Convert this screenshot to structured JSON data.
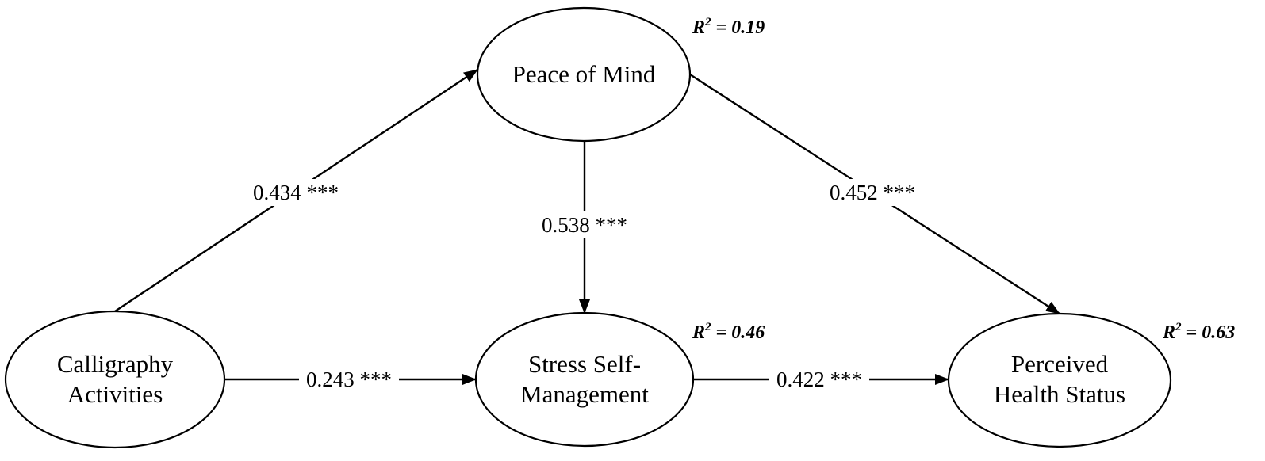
{
  "diagram": {
    "nodes": {
      "calligraphy": {
        "line1": "Calligraphy",
        "line2": "Activities"
      },
      "peace": {
        "line1": "Peace of Mind"
      },
      "stress": {
        "line1": "Stress Self-",
        "line2": "Management"
      },
      "health": {
        "line1": "Perceived",
        "line2": "Health Status"
      }
    },
    "r_squared": {
      "peace": {
        "prefix": "R",
        "sup": "2",
        "value": " = 0.19"
      },
      "stress": {
        "prefix": "R",
        "sup": "2",
        "value": " = 0.46"
      },
      "health": {
        "prefix": "R",
        "sup": "2",
        "value": " = 0.63"
      }
    },
    "paths": [
      {
        "from": "Calligraphy Activities",
        "to": "Peace of Mind",
        "label": "0.434 ***"
      },
      {
        "from": "Peace of Mind",
        "to": "Stress Self-Management",
        "label": "0.538 ***"
      },
      {
        "from": "Peace of Mind",
        "to": "Perceived Health Status",
        "label": "0.452 ***"
      },
      {
        "from": "Calligraphy Activities",
        "to": "Stress Self-Management",
        "label": "0.243 ***"
      },
      {
        "from": "Stress Self-Management",
        "to": "Perceived Health Status",
        "label": "0.422 ***"
      }
    ]
  }
}
